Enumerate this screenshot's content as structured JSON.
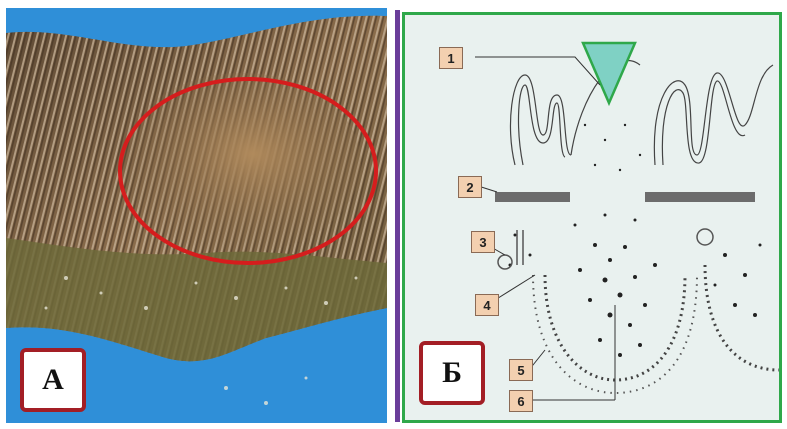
{
  "panel_a": {
    "label": "А"
  },
  "panel_b": {
    "label": "Б",
    "numbers": [
      "1",
      "2",
      "3",
      "4",
      "5",
      "6"
    ]
  },
  "colors": {
    "divider": "#6a3d9a",
    "frame": "#2fa84a",
    "label_border": "#a31e25",
    "ellipse": "#d51d1d",
    "triangle": "#7fd1c4"
  }
}
